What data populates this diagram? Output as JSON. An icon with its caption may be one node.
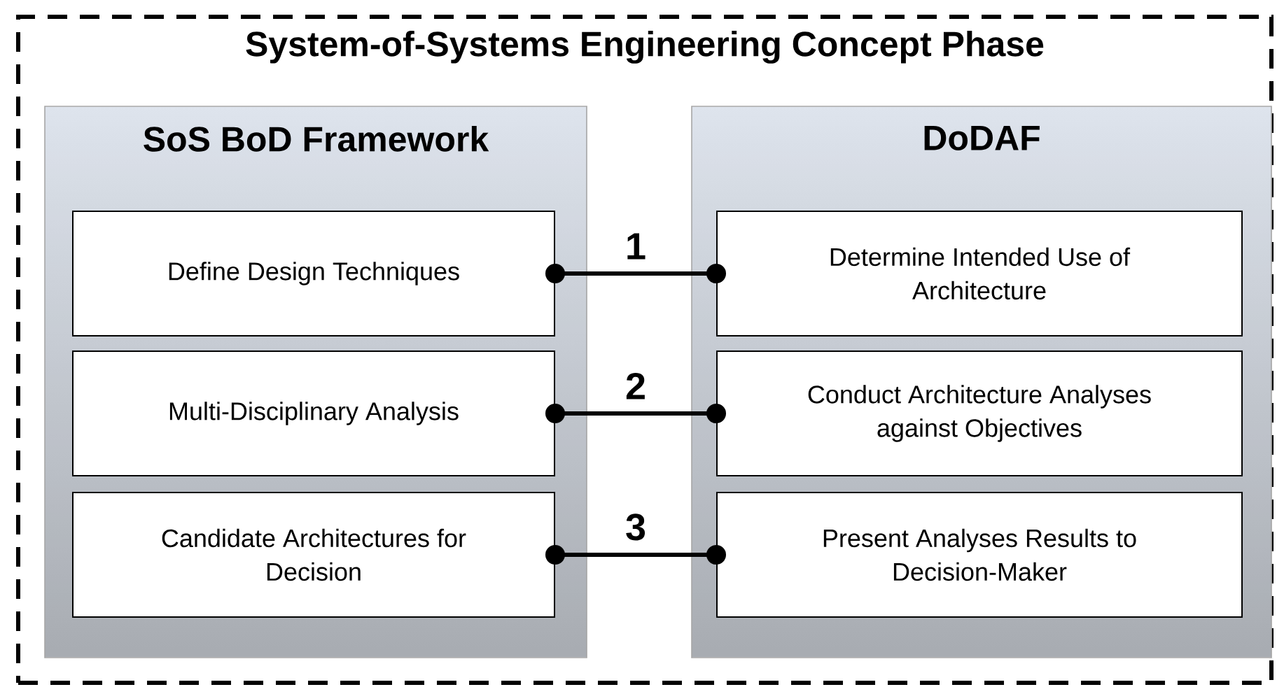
{
  "diagram": {
    "nodes": [
      {
        "text": [
          "System-of-Systems Engineering Concept Phase"
        ]
      },
      {
        "text": [
          "SoS BoD Framework"
        ],
        "in": 0
      },
      {
        "text": [
          "Define Design Techniques"
        ],
        "in": 1
      },
      {
        "text": [
          "Multi-Disciplinary Analysis"
        ],
        "in": 1
      },
      {
        "text": [
          "Candidate Architectures for Decision"
        ],
        "in": 1
      },
      {
        "text": [
          "DoDAF"
        ],
        "in": 0
      },
      {
        "text": [
          "Determine Intended Use of Architecture"
        ],
        "in": 5
      },
      {
        "text": [
          "Conduct Architecture Analyses against Objectives"
        ],
        "in": 5
      },
      {
        "text": [
          "Present Analyses Results to Decision-Maker"
        ],
        "in": 5
      }
    ],
    "edges": [
      {
        "from": 2,
        "to": 6,
        "arrow": "other",
        "label": "1"
      },
      {
        "from": 3,
        "to": 7,
        "arrow": "other",
        "label": "2"
      },
      {
        "from": 4,
        "to": 8,
        "arrow": "other",
        "label": "3"
      }
    ]
  }
}
